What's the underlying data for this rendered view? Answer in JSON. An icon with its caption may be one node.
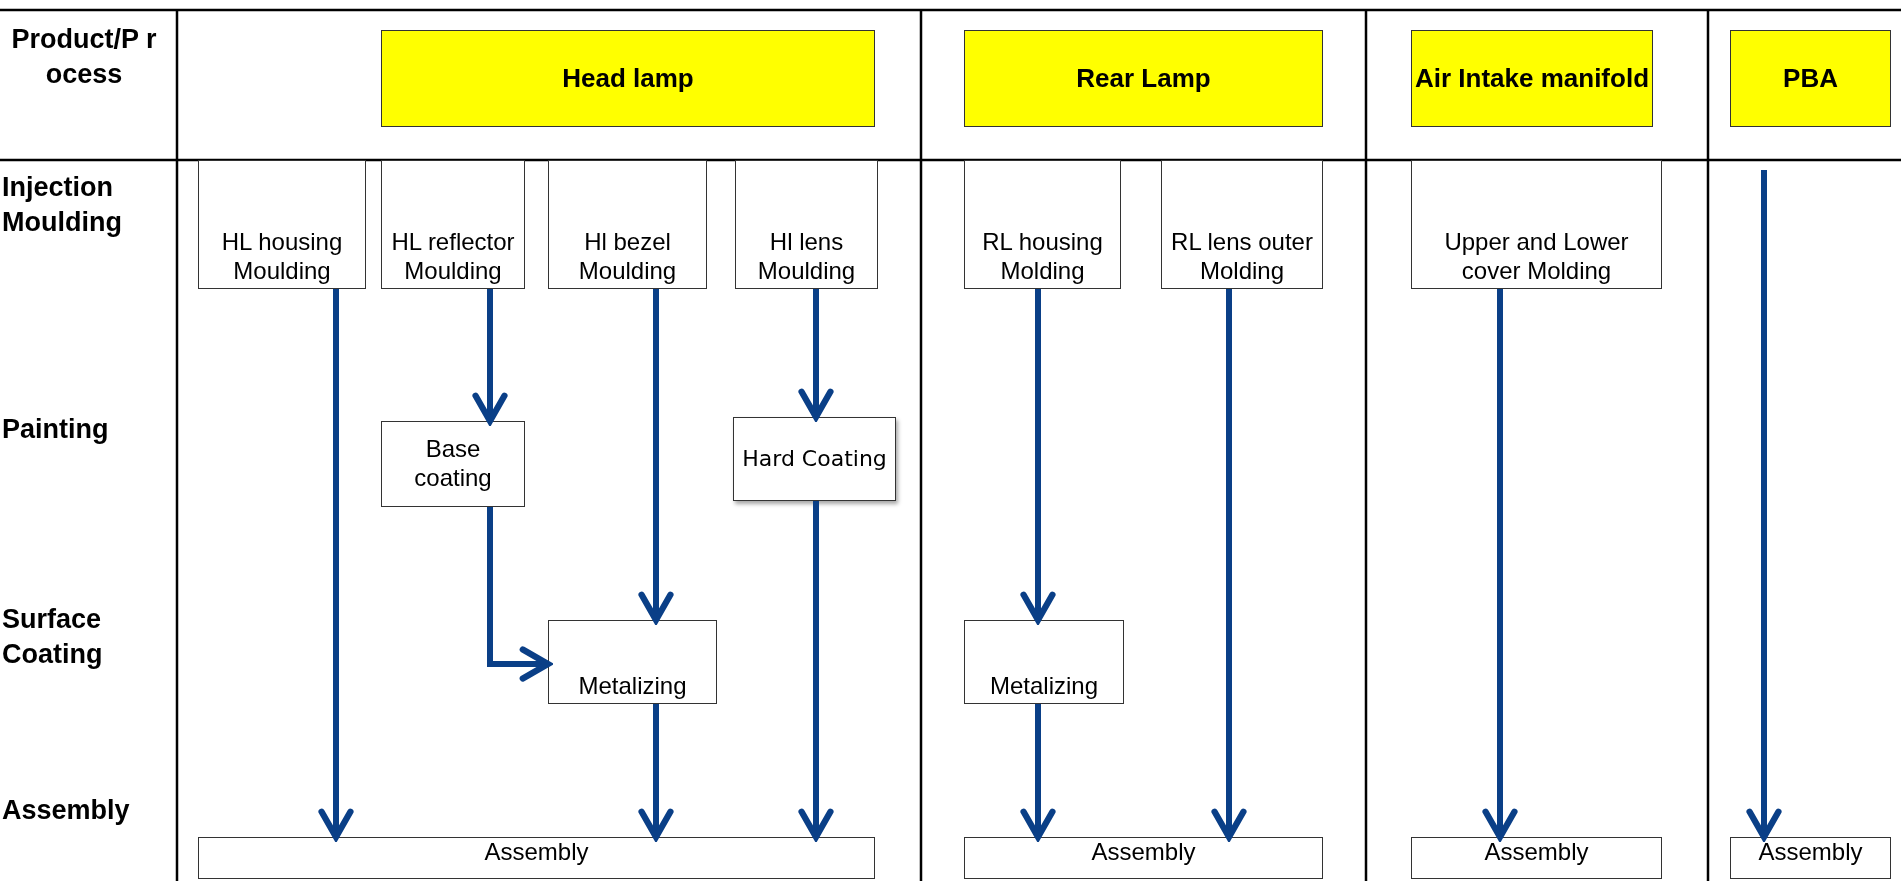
{
  "diagram": {
    "nodes": [
      {
        "text": [
          "Head lamp"
        ]
      },
      {
        "text": [
          "Rear Lamp"
        ]
      },
      {
        "text": [
          "Air Intake manifold"
        ]
      },
      {
        "text": [
          "PBA"
        ]
      },
      {
        "text": [
          "HL housing Moulding"
        ]
      },
      {
        "text": [
          "HL reflector Moulding"
        ]
      },
      {
        "text": [
          "Hl bezel Moulding"
        ]
      },
      {
        "text": [
          "Hl lens Moulding"
        ]
      },
      {
        "text": [
          "RL housing Molding"
        ]
      },
      {
        "text": [
          "RL lens outer Molding"
        ]
      },
      {
        "text": [
          "Upper and Lower cover Molding"
        ]
      },
      {
        "text": [
          "Base coating"
        ]
      },
      {
        "text": [
          "Hard Coating"
        ]
      },
      {
        "text": [
          "Metalizing"
        ]
      },
      {
        "text": [
          "Metalizing"
        ]
      },
      {
        "text": [
          "Assembly"
        ]
      },
      {
        "text": [
          "Assembly"
        ]
      },
      {
        "text": [
          "Assembly"
        ]
      },
      {
        "text": [
          "Assembly"
        ]
      }
    ],
    "edges": [
      {
        "from": 4,
        "to": 15,
        "arrow": "to"
      },
      {
        "from": 5,
        "to": 11,
        "arrow": "to"
      },
      {
        "from": 11,
        "to": 13,
        "arrow": "to"
      },
      {
        "from": 6,
        "to": 13,
        "arrow": "to"
      },
      {
        "from": 13,
        "to": 15,
        "arrow": "to"
      },
      {
        "from": 7,
        "to": 12,
        "arrow": "to"
      },
      {
        "from": 12,
        "to": 15,
        "arrow": "to"
      },
      {
        "from": 8,
        "to": 14,
        "arrow": "to"
      },
      {
        "from": 14,
        "to": 16,
        "arrow": "to"
      },
      {
        "from": 9,
        "to": 16,
        "arrow": "to"
      },
      {
        "from": 10,
        "to": 17,
        "arrow": "to"
      },
      {
        "from": null,
        "to": 18,
        "arrow": "to"
      }
    ],
    "labels": [
      "Product/P rocess",
      "Injection Moulding",
      "Painting",
      "Surface Coating",
      "Assembly"
    ]
  }
}
